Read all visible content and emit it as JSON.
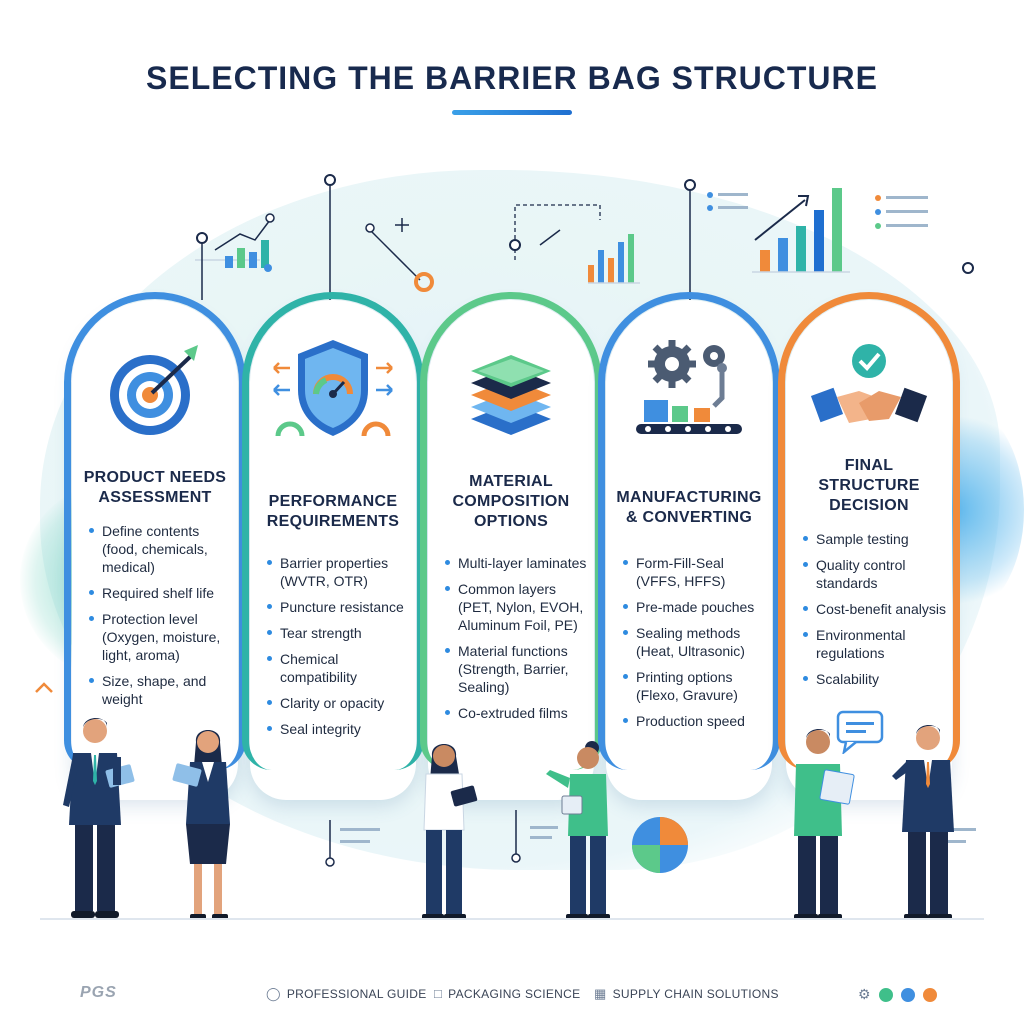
{
  "title": "SELECTING THE BARRIER BAG STRUCTURE",
  "columns": [
    {
      "heading": [
        "PRODUCT NEEDS",
        "ASSESSMENT"
      ],
      "icon": "target-icon",
      "accent": "#3f8fe0",
      "items": [
        "Define contents (food, chemicals, medical)",
        "Required shelf life",
        "Protection level (Oxygen, moisture, light, aroma)",
        "Size, shape, and weight"
      ]
    },
    {
      "heading": [
        "PERFORMANCE",
        "REQUIREMENTS"
      ],
      "icon": "shield-gauge-icon",
      "accent": "#2fb3a8",
      "items": [
        "Barrier properties (WVTR, OTR)",
        "Puncture resistance",
        "Tear strength",
        "Chemical compatibility",
        "Clarity or opacity",
        "Seal integrity"
      ]
    },
    {
      "heading": [
        "MATERIAL",
        "COMPOSITION",
        "OPTIONS"
      ],
      "icon": "layers-icon",
      "accent": "#5cc98a",
      "items": [
        "Multi-layer laminates",
        "Common layers (PET, Nylon, EVOH, Aluminum Foil, PE)",
        "Material functions (Strength, Barrier, Sealing)",
        "Co-extruded films"
      ]
    },
    {
      "heading": [
        "MANUFACTURING",
        "& CONVERTING"
      ],
      "icon": "factory-gears-icon",
      "accent": "#3f8fe0",
      "items": [
        "Form-Fill-Seal (VFFS, HFFS)",
        "Pre-made pouches",
        "Sealing methods (Heat, Ultrasonic)",
        "Printing options (Flexo, Gravure)",
        "Production speed"
      ]
    },
    {
      "heading": [
        "FINAL",
        "STRUCTURE",
        "DECISION"
      ],
      "icon": "handshake-check-icon",
      "accent": "#f08a3a",
      "items": [
        "Sample testing",
        "Quality control standards",
        "Cost-benefit analysis",
        "Environmental regulations",
        "Scalability"
      ]
    }
  ],
  "footer": {
    "logo": "PGS",
    "items": [
      "PROFESSIONAL GUIDE",
      "PACKAGING SCIENCE",
      "SUPPLY CHAIN SOLUTIONS"
    ],
    "dot_colors": [
      "#3fbf8a",
      "#3f8fe0",
      "#f08a3a"
    ]
  },
  "colors": {
    "navy": "#1b2a4a",
    "blue": "#3f8fe0",
    "teal": "#2fb3a8",
    "green": "#5cc98a",
    "orange": "#f08a3a"
  }
}
